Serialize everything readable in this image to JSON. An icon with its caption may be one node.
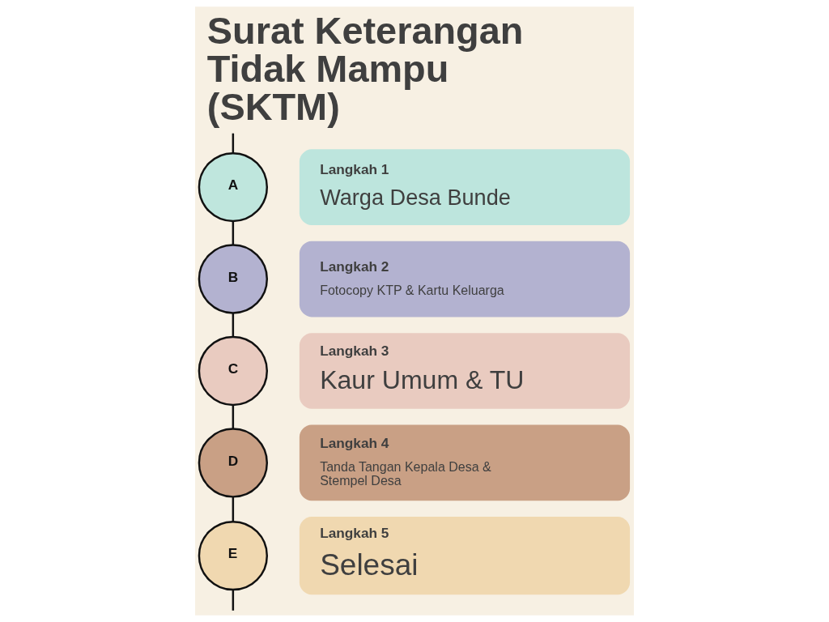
{
  "diagram": {
    "title": "Surat Keterangan Tidak Mampu (SKTM)",
    "nodes": [
      {
        "text": [
          "A"
        ]
      },
      {
        "text": [
          "Langkah 1",
          "Warga Desa Bunde"
        ]
      },
      {
        "text": [
          "B"
        ]
      },
      {
        "text": [
          "Langkah 2",
          "Fotocopy KTP & Kartu Keluarga"
        ]
      },
      {
        "text": [
          "C"
        ]
      },
      {
        "text": [
          "Langkah 3",
          "Kaur Umum & TU"
        ]
      },
      {
        "text": [
          "D"
        ]
      },
      {
        "text": [
          "Langkah 4",
          "Tanda Tangan Kepala Desa & Stempel Desa"
        ]
      },
      {
        "text": [
          "E"
        ]
      },
      {
        "text": [
          "Langkah 5",
          "Selesai"
        ]
      }
    ],
    "edges": [
      {
        "from": null,
        "to": 0,
        "arrow": "none"
      },
      {
        "from": 0,
        "to": 2,
        "arrow": "none"
      },
      {
        "from": 2,
        "to": 4,
        "arrow": "none"
      },
      {
        "from": 4,
        "to": 6,
        "arrow": "none"
      },
      {
        "from": 6,
        "to": 8,
        "arrow": "none"
      },
      {
        "from": 8,
        "to": null,
        "arrow": "none"
      }
    ]
  }
}
